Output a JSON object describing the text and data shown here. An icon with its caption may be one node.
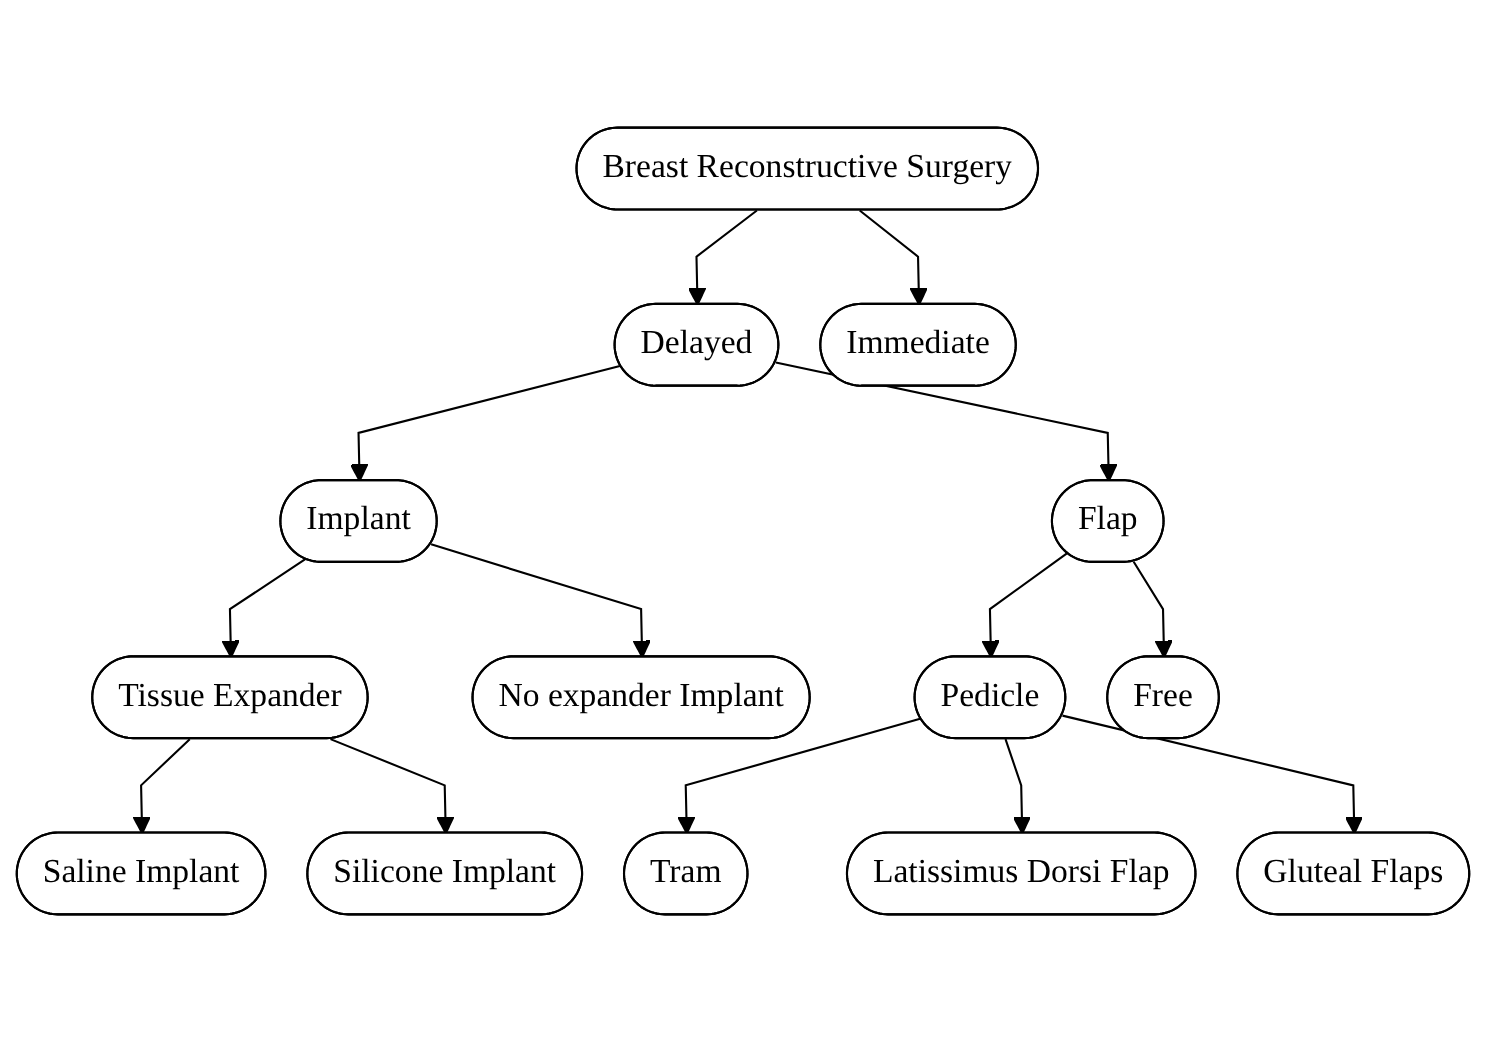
{
  "diagram": {
    "nodes": [
      {
        "text": [
          "Breast Reconstructive Surgery"
        ]
      },
      {
        "text": [
          "Delayed"
        ]
      },
      {
        "text": [
          "Immediate"
        ]
      },
      {
        "text": [
          "Implant"
        ]
      },
      {
        "text": [
          "Flap"
        ]
      },
      {
        "text": [
          "Tissue Expander"
        ]
      },
      {
        "text": [
          "No expander Implant"
        ]
      },
      {
        "text": [
          "Pedicle"
        ]
      },
      {
        "text": [
          "Free"
        ]
      },
      {
        "text": [
          "Saline Implant"
        ]
      },
      {
        "text": [
          "Silicone Implant"
        ]
      },
      {
        "text": [
          "Tram"
        ]
      },
      {
        "text": [
          "Latissimus Dorsi Flap"
        ]
      },
      {
        "text": [
          "Gluteal Flaps"
        ]
      }
    ],
    "edges": [
      {
        "from": 0,
        "to": 1,
        "arrow": "to"
      },
      {
        "from": 0,
        "to": 2,
        "arrow": "to"
      },
      {
        "from": 1,
        "to": 3,
        "arrow": "to"
      },
      {
        "from": 1,
        "to": 4,
        "arrow": "to"
      },
      {
        "from": 3,
        "to": 5,
        "arrow": "to"
      },
      {
        "from": 3,
        "to": 6,
        "arrow": "to"
      },
      {
        "from": 4,
        "to": 7,
        "arrow": "to"
      },
      {
        "from": 4,
        "to": 8,
        "arrow": "to"
      },
      {
        "from": 5,
        "to": 9,
        "arrow": "to"
      },
      {
        "from": 5,
        "to": 10,
        "arrow": "to"
      },
      {
        "from": 7,
        "to": 11,
        "arrow": "to"
      },
      {
        "from": 7,
        "to": 12,
        "arrow": "to"
      },
      {
        "from": 7,
        "to": 13,
        "arrow": "to"
      }
    ]
  }
}
